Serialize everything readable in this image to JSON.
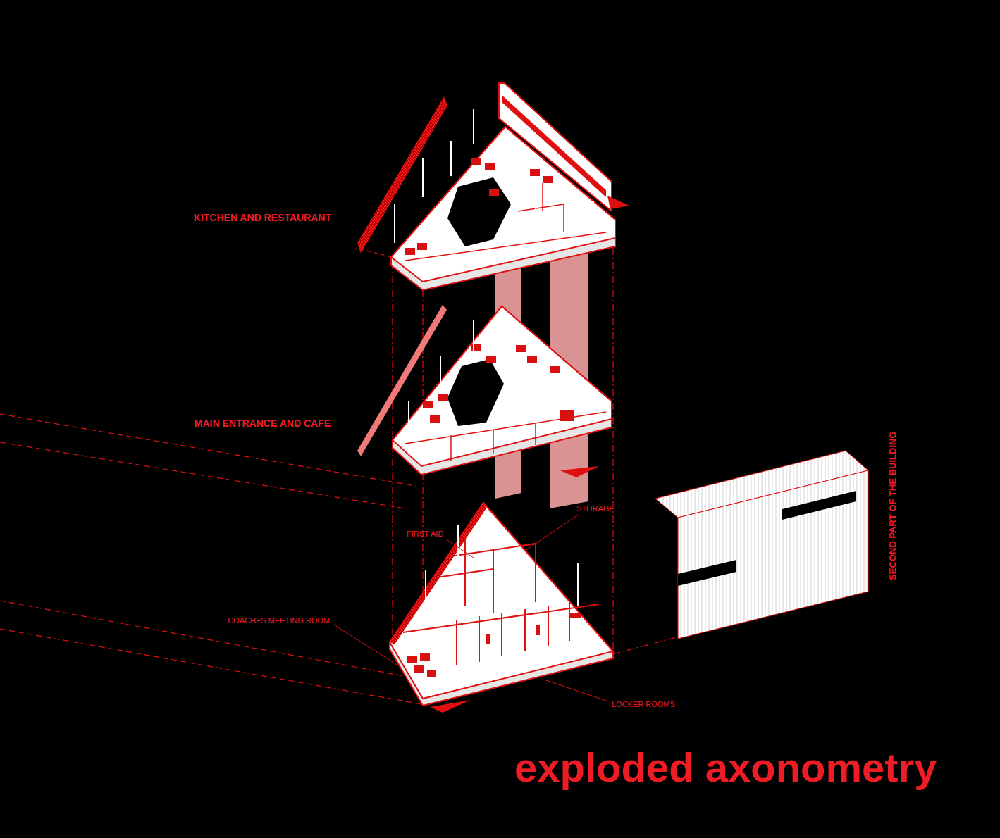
{
  "diagram": {
    "title": "exploded axonometry",
    "labels": [
      "KITCHEN AND RESTAURANT",
      "MAIN ENTRANCE AND CAFE",
      "STORAGE",
      "FIRST AID",
      "COACHES MEETING ROOM",
      "LOCKER ROOMS",
      "SECOND PART OF THE BUILDING"
    ]
  }
}
